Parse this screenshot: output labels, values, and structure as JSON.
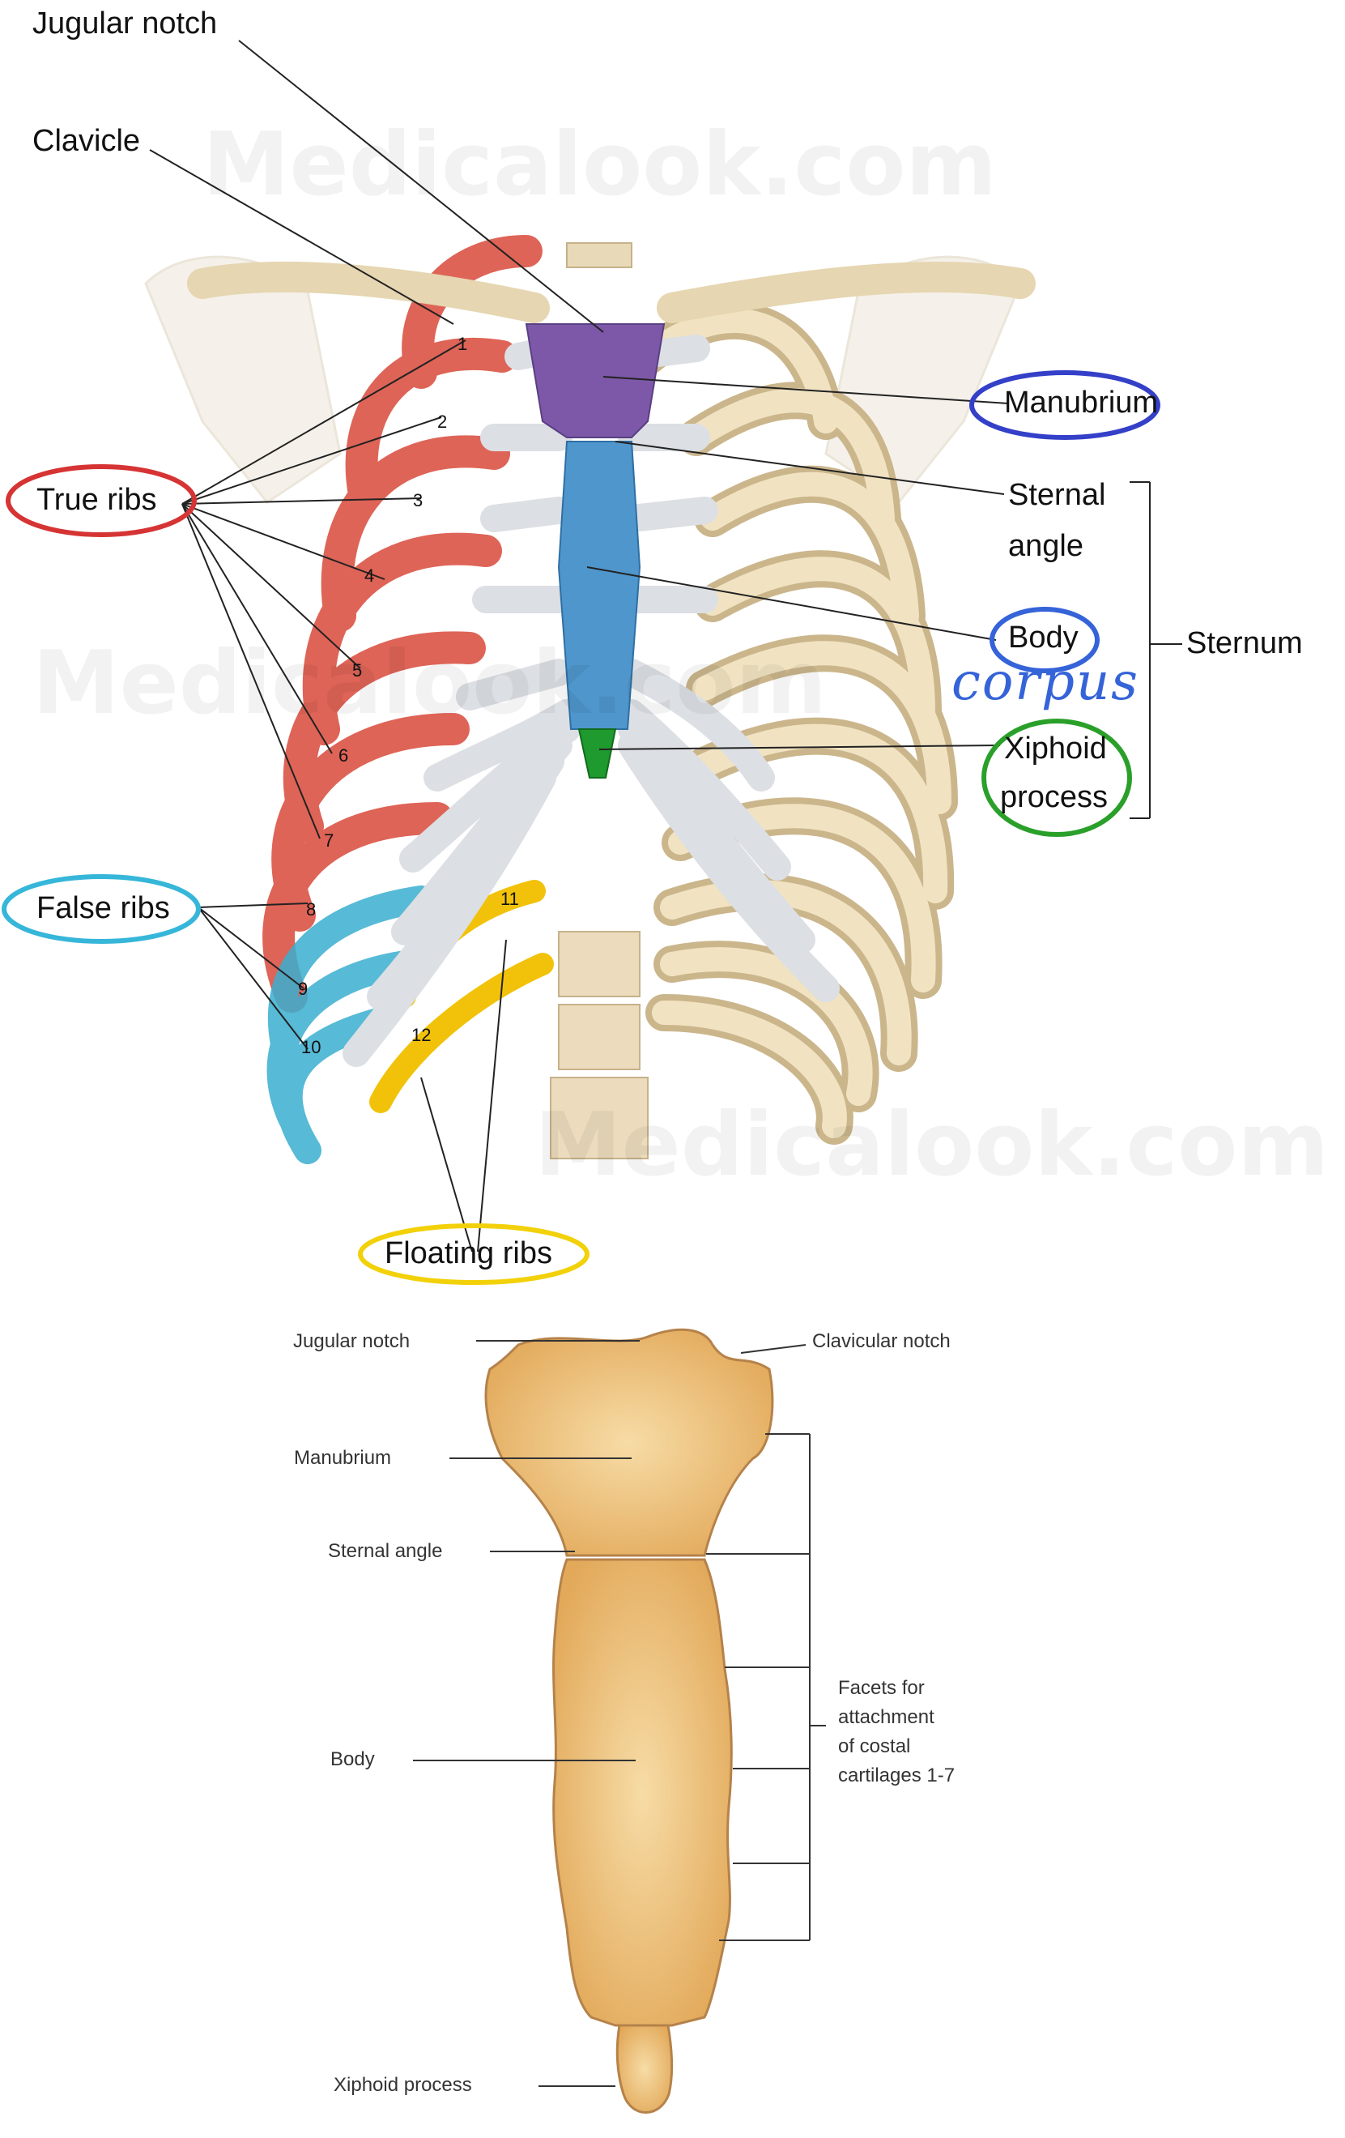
{
  "top_diagram": {
    "labels": {
      "jugular_notch": "Jugular notch",
      "clavicle": "Clavicle",
      "manubrium": "Manubrium",
      "true_ribs": "True ribs",
      "sternal_angle_1": "Sternal",
      "sternal_angle_2": "angle",
      "body": "Body",
      "corpus": "corpus",
      "sternum": "Sternum",
      "xiphoid_1": "Xiphoid",
      "xiphoid_2": "process",
      "false_ribs": "False ribs",
      "floating_ribs": "Floating ribs"
    },
    "rib_numbers": [
      "1",
      "2",
      "3",
      "4",
      "5",
      "6",
      "7",
      "8",
      "9",
      "10",
      "11",
      "12"
    ],
    "watermark": "Medicalook.com",
    "colors": {
      "true_ribs": "#d94a3a",
      "false_ribs": "#3aaed0",
      "floating_ribs": "#f2c20a",
      "manubrium": "#7d58a8",
      "body": "#4f96cc",
      "xiphoid": "#1f9a2e",
      "circle_manubrium": "#3440c8",
      "circle_body": "#3563d8",
      "circle_xiphoid": "#2aa02a",
      "circle_true_ribs": "#d63434",
      "circle_false_ribs": "#36b6d9",
      "circle_floating": "#f2d10a"
    }
  },
  "bottom_diagram": {
    "labels": {
      "jugular_notch": "Jugular notch",
      "clavicular_notch": "Clavicular notch",
      "manubrium": "Manubrium",
      "sternal_angle": "Sternal angle",
      "body": "Body",
      "xiphoid_process": "Xiphoid process",
      "facets_1": "Facets for",
      "facets_2": "attachment",
      "facets_3": "of costal",
      "facets_4": "cartilages 1-7"
    },
    "bone_color": "#f0c98a"
  }
}
